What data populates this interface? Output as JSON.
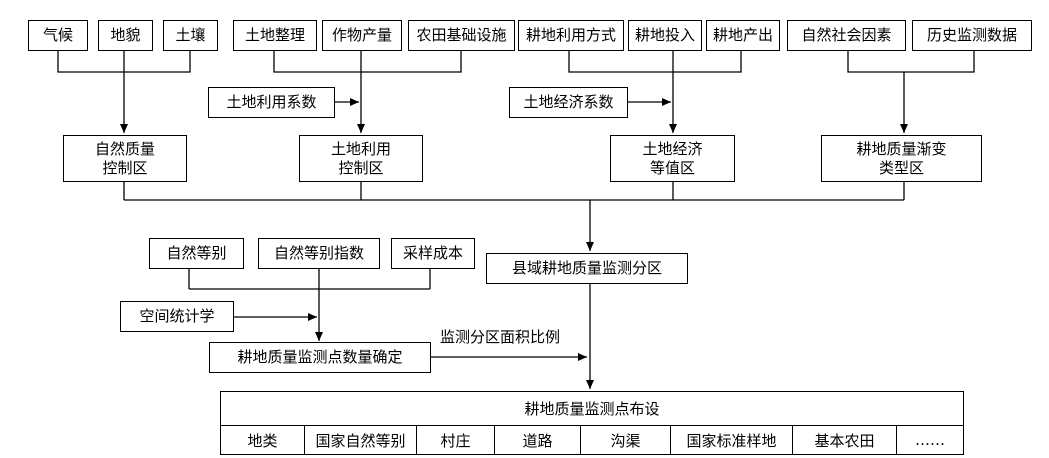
{
  "inputs": {
    "group1": [
      "气候",
      "地貌",
      "土壤"
    ],
    "group2": [
      "土地整理",
      "作物产量",
      "农田基础设施"
    ],
    "group3": [
      "耕地利用方式",
      "耕地投入",
      "耕地产出"
    ],
    "group4": [
      "自然社会因素",
      "历史监测数据"
    ]
  },
  "coefficients": {
    "land_use": "土地利用系数",
    "land_economy": "土地经济系数"
  },
  "zones": {
    "natural": "自然质量\n控制区",
    "land_use": "土地利用\n控制区",
    "economic": "土地经济\n等值区",
    "gradual": "耕地质量渐变\n类型区"
  },
  "county_zoning": "县域耕地质量监测分区",
  "count_inputs": [
    "自然等别",
    "自然等别指数",
    "采样成本"
  ],
  "spatial_stats": "空间统计学",
  "count_determination": "耕地质量监测点数量确定",
  "area_ratio_label": "监测分区面积比例",
  "layout_table": {
    "title": "耕地质量监测点布设",
    "columns": [
      "地类",
      "国家自然等别",
      "村庄",
      "道路",
      "沟渠",
      "国家标准样地",
      "基本农田",
      "……"
    ]
  }
}
